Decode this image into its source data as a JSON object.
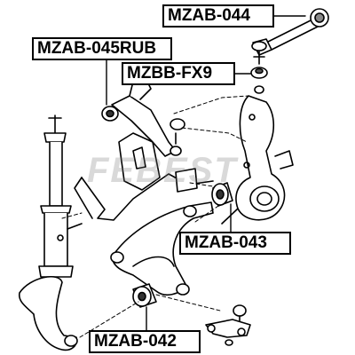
{
  "labels": {
    "mzab_044": "MZAB-044",
    "mzab_045rub": "MZAB-045RUB",
    "mzbb_fx9": "MZBB-FX9",
    "mzab_043": "MZAB-043",
    "mzab_042": "MZAB-042"
  },
  "watermark": "FEBEST"
}
